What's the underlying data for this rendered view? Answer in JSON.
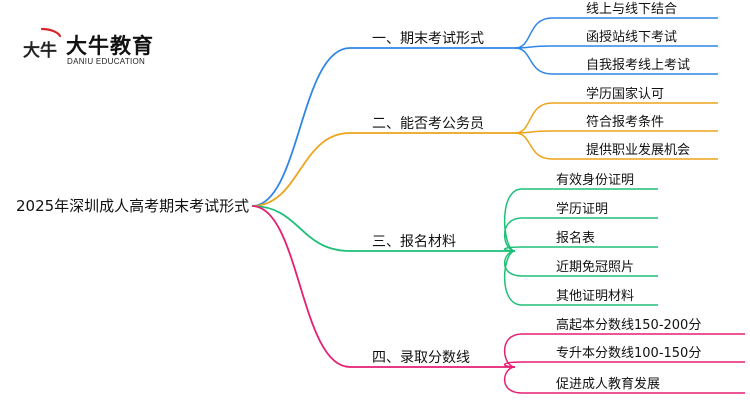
{
  "brand": {
    "name": "大牛教育",
    "subtitle": "DANIU EDUCATION",
    "mark_text": "大牛",
    "colors": {
      "mark_text": "#222222",
      "mark_accent": "#d8262a"
    }
  },
  "mindmap": {
    "root": "2025年深圳成人高考期末考试形式",
    "branches": [
      {
        "label": "一、期末考试形式",
        "color": "#2f86e6",
        "children": [
          "线上与线下结合",
          "函授站线下考试",
          "自我报考线上考试"
        ]
      },
      {
        "label": "二、能否考公务员",
        "color": "#eda31c",
        "children": [
          "学历国家认可",
          "符合报考条件",
          "提供职业发展机会"
        ]
      },
      {
        "label": "三、报名材料",
        "color": "#1fbf7a",
        "children": [
          "有效身份证明",
          "学历证明",
          "报名表",
          "近期免冠照片",
          "其他证明材料"
        ]
      },
      {
        "label": "四、录取分数线",
        "color": "#e51f73",
        "children": [
          "高起本分数线150-200分",
          "专升本分数线100-150分",
          "促进成人教育发展"
        ]
      }
    ]
  }
}
